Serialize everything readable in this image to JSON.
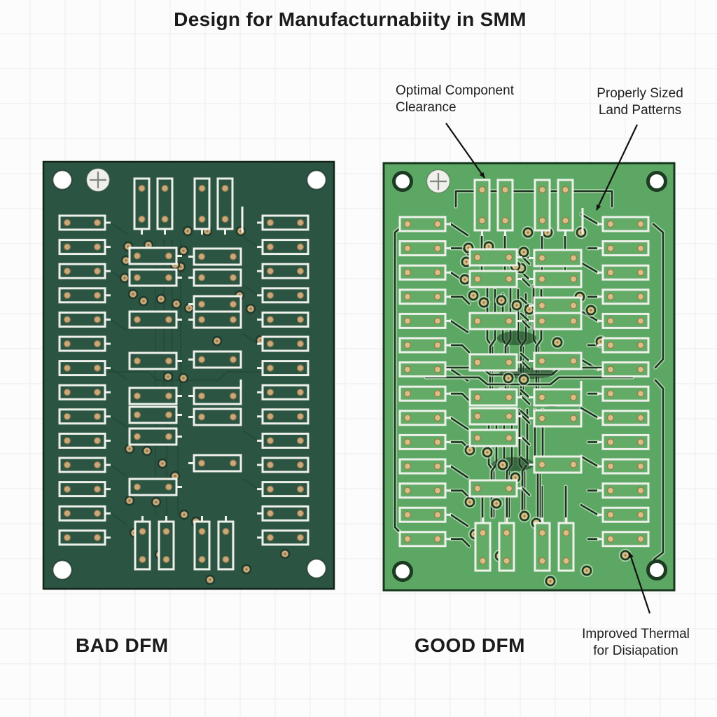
{
  "title": "Design for Manufacturnabiity in SMM",
  "labels": {
    "left": "BAD DFM",
    "right": "GOOD DFM"
  },
  "annotations": {
    "clearance": {
      "line1": "Optimal Component",
      "line2": "Clearance"
    },
    "land": {
      "line1": "Properly Sized",
      "line2": "Land Patterns"
    },
    "thermal": {
      "line1": "Improved Thermal",
      "line2": "for Disiapation"
    }
  },
  "colors": {
    "background": "#fcfcfc",
    "grid_line": "#ececec",
    "text": "#1b1b1b",
    "arrow": "#111111",
    "bad_board": "#2b5443",
    "bad_board_edge": "#122418",
    "bad_component_fill": "#2b5443",
    "bad_trace": "#214635",
    "bad_pad": "#c9a87a",
    "bad_pad_ring": "#8f7448",
    "bad_via_ring": "#1f3a2b",
    "good_board": "#5ca763",
    "good_board_edge": "#17381f",
    "good_component_fill": "#63ab67",
    "good_trace": "#17381f",
    "good_trace_halo": "#c9dfc2",
    "good_pad": "#dabe88",
    "good_pad_ring": "#977b45",
    "good_via_ring": "#1c3a22",
    "silkscreen": "#edf1ea",
    "hole_fill": "#ffffff"
  }
}
